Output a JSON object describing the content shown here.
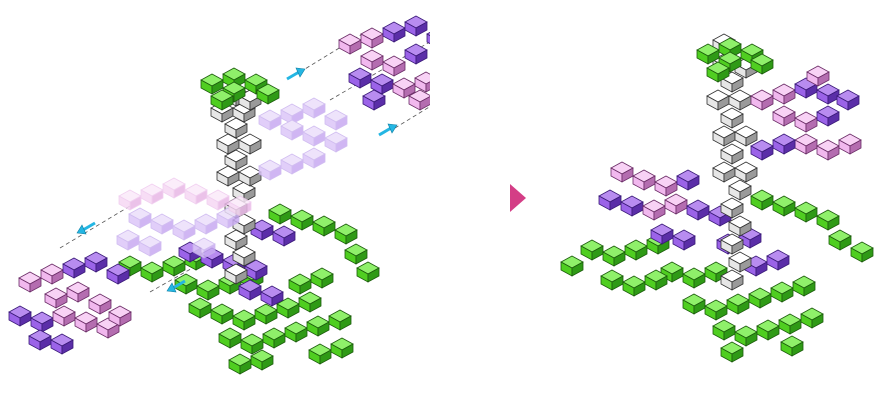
{
  "figure": {
    "kind": "isometric voxel assembly illustration",
    "panels": [
      "before-assembly",
      "after-assembly"
    ],
    "transition_icon": "play-triangle-icon"
  },
  "colors": {
    "background": "#ffffff",
    "green": "#5fe22f",
    "green_dark": "#2f9a16",
    "purple": "#9b63e8",
    "purple_dark": "#5b2ea8",
    "pink": "#f1b8ee",
    "pink_dark": "#b46db0",
    "white_block": "#f4f4f4",
    "white_block_dark": "#9a9a9a",
    "ghost_purple": "#d9c1f7",
    "motion_arrow": "#24b6e3",
    "transition_arrow": "#d43e86",
    "dashed_guide": "#555555"
  }
}
